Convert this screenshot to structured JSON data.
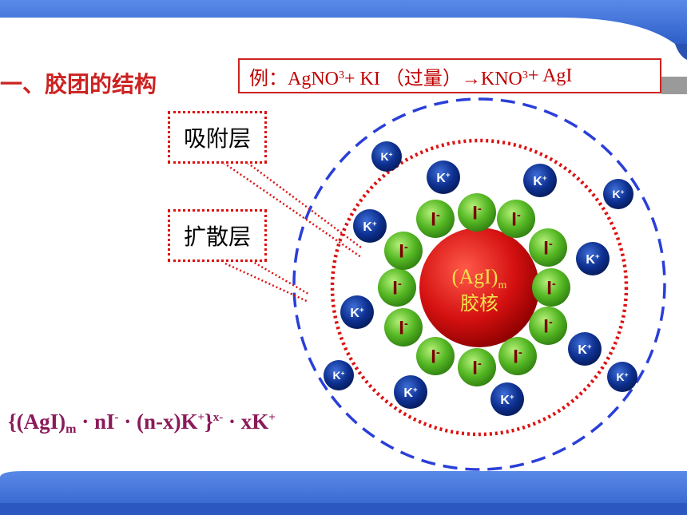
{
  "heading": "一、胶团的结构",
  "example": {
    "prefix": "例：AgNO",
    "sub1": "3",
    "mid": "+ KI （过量）→KNO",
    "sub2": "3",
    "suffix": " + AgI"
  },
  "labels": {
    "adsorption_layer": "吸附层",
    "diffuse_layer": "扩散层"
  },
  "core": {
    "formula": "(AgI)",
    "subscript": "m",
    "name": "胶核"
  },
  "ions": {
    "iodide": "I",
    "iodide_charge": "-",
    "potassium": "K",
    "potassium_charge": "+"
  },
  "micelle_formula": {
    "part1": "{(AgI)",
    "sub_m": "m",
    "part2": " · nI",
    "sup1": "-",
    "part3": " · (n-x)K",
    "sup2": "+",
    "part4": "}",
    "sup3": "x-",
    "part5": " · xK",
    "sup4": "+"
  },
  "colors": {
    "banner": "#3a6fd8",
    "title_red": "#cc2222",
    "core_red": "#d01010",
    "iodide_green": "#4caf20",
    "potassium_blue": "#0b2f8a",
    "outer_boundary": "#2a3fd8",
    "inner_boundary": "#dd1111",
    "formula": "#8b1a5a"
  }
}
